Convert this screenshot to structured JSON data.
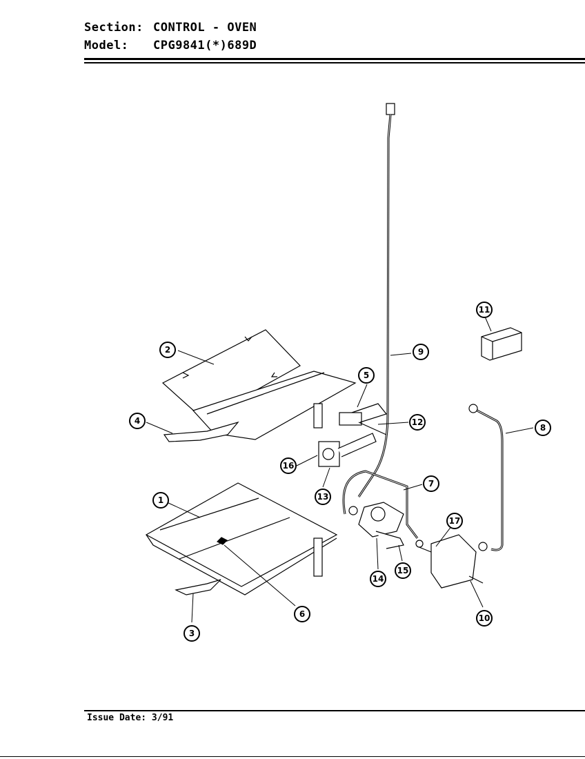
{
  "header": {
    "section_label": "Section:",
    "section_value": "CONTROL - OVEN",
    "model_label": "Model:",
    "model_value": "CPG9841(*)689D"
  },
  "footer": {
    "issue_date": "Issue Date: 3/91"
  },
  "callouts": [
    "1",
    "2",
    "3",
    "4",
    "5",
    "6",
    "7",
    "8",
    "9",
    "10",
    "11",
    "12",
    "13",
    "14",
    "15",
    "16",
    "17"
  ]
}
